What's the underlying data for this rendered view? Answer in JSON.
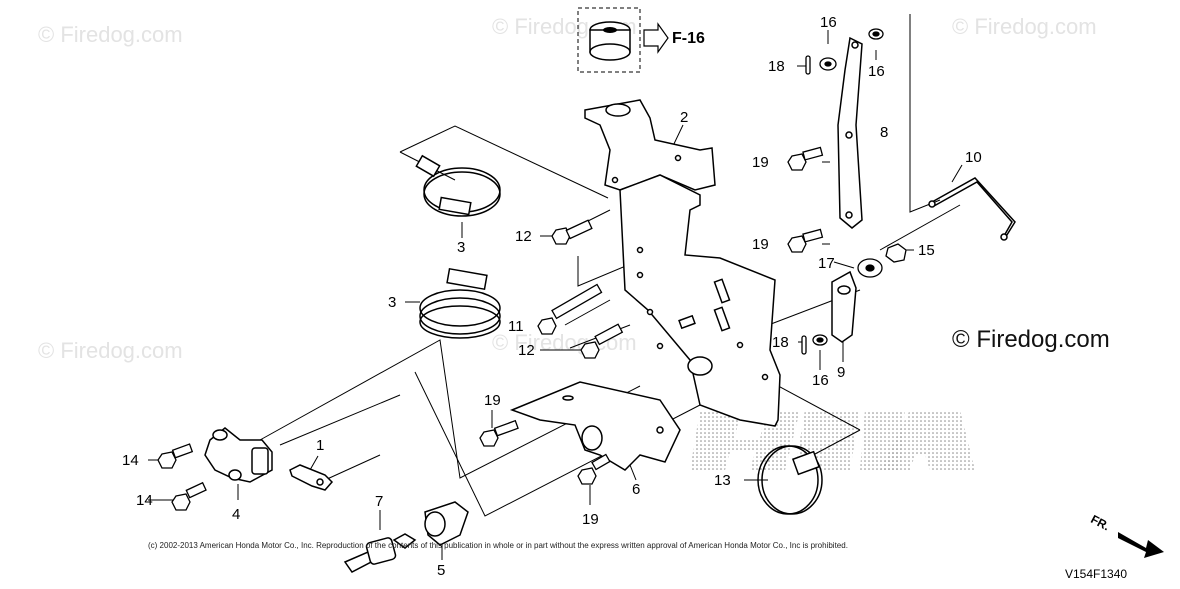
{
  "watermarks": {
    "brand": "© Firedog.com",
    "main": "© Firedog.com"
  },
  "reference": {
    "label": "F-16"
  },
  "callouts": {
    "c1": "1",
    "c2": "2",
    "c3a": "3",
    "c3b": "3",
    "c4": "4",
    "c5": "5",
    "c6": "6",
    "c7": "7",
    "c8": "8",
    "c9": "9",
    "c10": "10",
    "c11": "11",
    "c12a": "12",
    "c12b": "12",
    "c13": "13",
    "c14a": "14",
    "c14b": "14",
    "c15": "15",
    "c16a": "16",
    "c16b": "16",
    "c16c": "16",
    "c17": "17",
    "c18a": "18",
    "c18b": "18",
    "c19a": "19",
    "c19b": "19",
    "c19c": "19",
    "c19d": "19"
  },
  "footer": {
    "copyright": "(c) 2002-2013 American Honda Motor Co., Inc. Reproduction of the contents of this publication in whole or in part without the express written approval of American Honda Motor Co., Inc is prohibited.",
    "figure_code": "V154F1340",
    "direction": "FR."
  }
}
